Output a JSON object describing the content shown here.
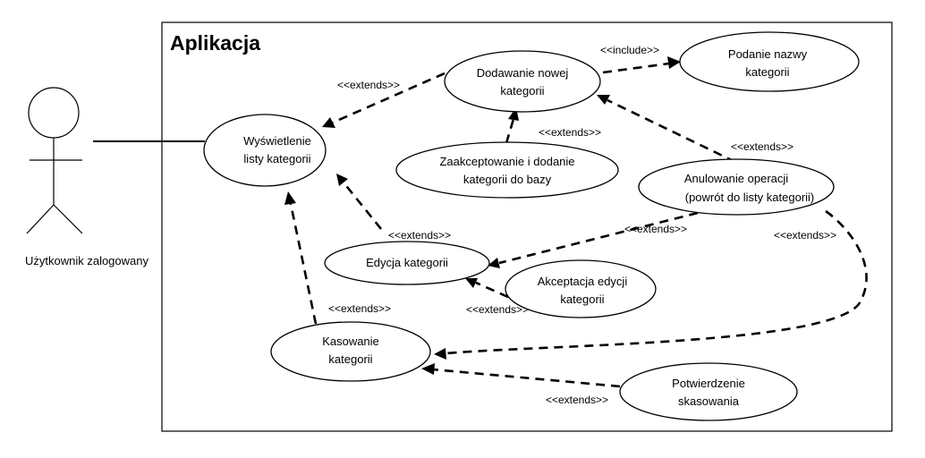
{
  "system": {
    "title": "Aplikacja"
  },
  "actor": {
    "label": "Użytkownik zalogowany"
  },
  "use_cases": {
    "lista": [
      "Wyświetlenie",
      "listy kategorii"
    ],
    "dodawanie": [
      "Dodawanie nowej",
      "kategorii"
    ],
    "podanie": [
      "Podanie nazwy",
      "kategorii"
    ],
    "zaakceptowanie": [
      "Zaakceptowanie i dodanie",
      "kategorii do bazy"
    ],
    "anulowanie": [
      "Anulowanie operacji",
      "(powrót do listy kategorii)"
    ],
    "edycja": [
      "Edycja kategorii"
    ],
    "akceptacja": [
      "Akceptacja edycji",
      "kategorii"
    ],
    "kasowanie": [
      "Kasowanie",
      "kategorii"
    ],
    "potwierdzenie": [
      "Potwierdzenie",
      "skasowania"
    ]
  },
  "relations": {
    "include_label": "<<include>>",
    "extends_label": "<<extends>>"
  }
}
